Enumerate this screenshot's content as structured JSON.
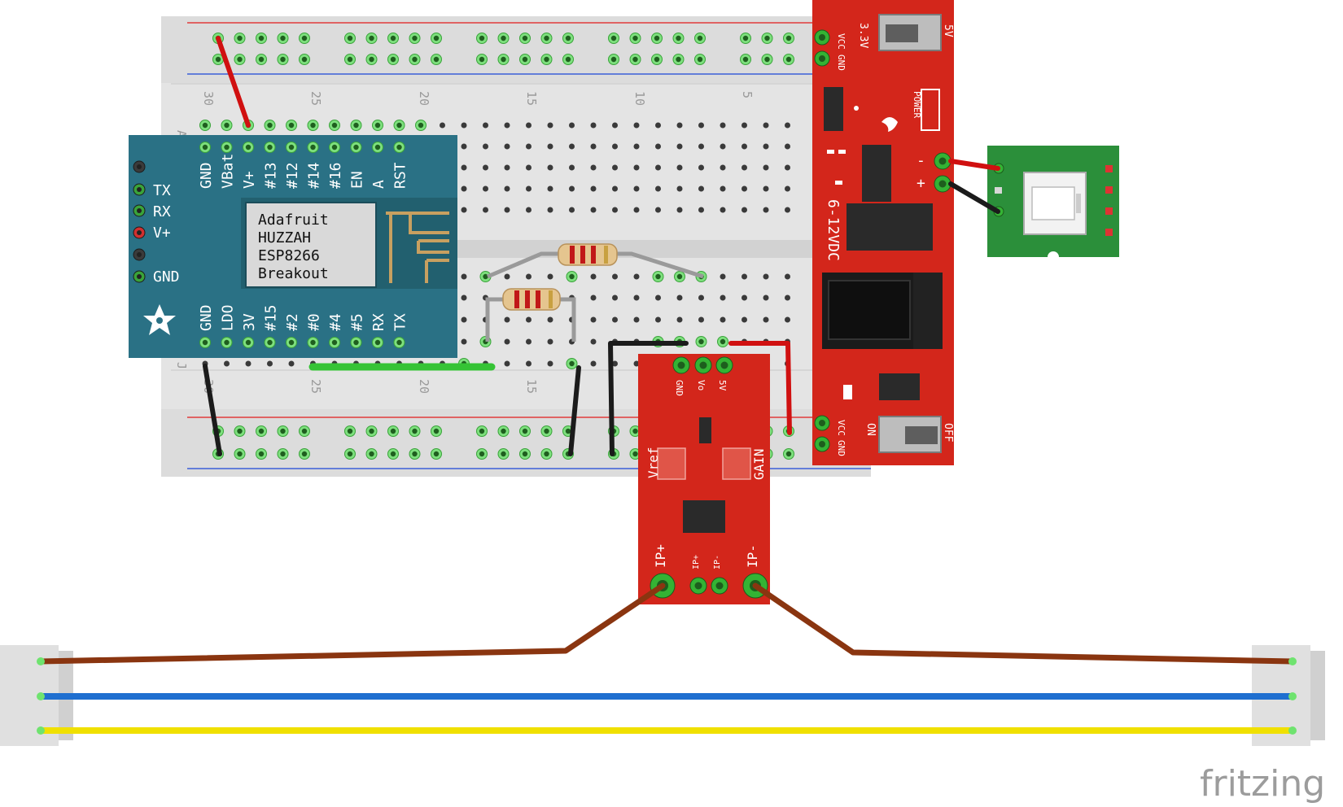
{
  "breadboard": {
    "column_numbers": [
      "30",
      "25",
      "20",
      "15",
      "10",
      "5"
    ],
    "row_letters_top": "A",
    "row_letters_bottom": "J"
  },
  "huzzah": {
    "chip_lines": [
      "Adafruit",
      "HUZZAH",
      "ESP8266",
      "Breakout"
    ],
    "top_pins": [
      "GND",
      "VBat",
      "V+",
      "#13",
      "#12",
      "#14",
      "#16",
      "EN",
      "A",
      "RST"
    ],
    "bottom_pins": [
      "GND",
      "LDO",
      "3V",
      "#15",
      "#2",
      "#0",
      "#4",
      "#5",
      "RX",
      "TX"
    ],
    "side_pins": [
      "TX",
      "RX",
      "V+",
      "GND"
    ]
  },
  "power_module": {
    "vcc_top": "VCC",
    "gnd_top": "GND",
    "sw_left": "3.3V",
    "sw_right": "5V",
    "power_label": "POWER",
    "input_label": "6-12VDC",
    "minus": "-",
    "plus": "+",
    "vcc_bottom": "VCC",
    "gnd_bottom": "GND",
    "on": "ON",
    "off": "OFF"
  },
  "current_sensor": {
    "pin_gnd": "GND",
    "pin_vo": "Vo",
    "pin_5v": "5V",
    "vref": "Vref",
    "gain": "GAIN",
    "ip_plus_big": "IP+",
    "ip_plus_small": "IP+",
    "ip_minus_small": "IP-",
    "ip_minus_big": "IP-"
  },
  "watermark": "fritzing",
  "colors": {
    "breadboard": "#e4e4e4",
    "huzzah": "#2a7185",
    "sparkfun_red": "#d3261b",
    "usb_board": "#2b8f3a",
    "wire_red": "#d01010",
    "wire_black": "#1b1b1b",
    "wire_green": "#35c335",
    "wire_brown": "#8a3510",
    "wire_blue": "#1f6fd0",
    "wire_yellow": "#f0e000"
  }
}
